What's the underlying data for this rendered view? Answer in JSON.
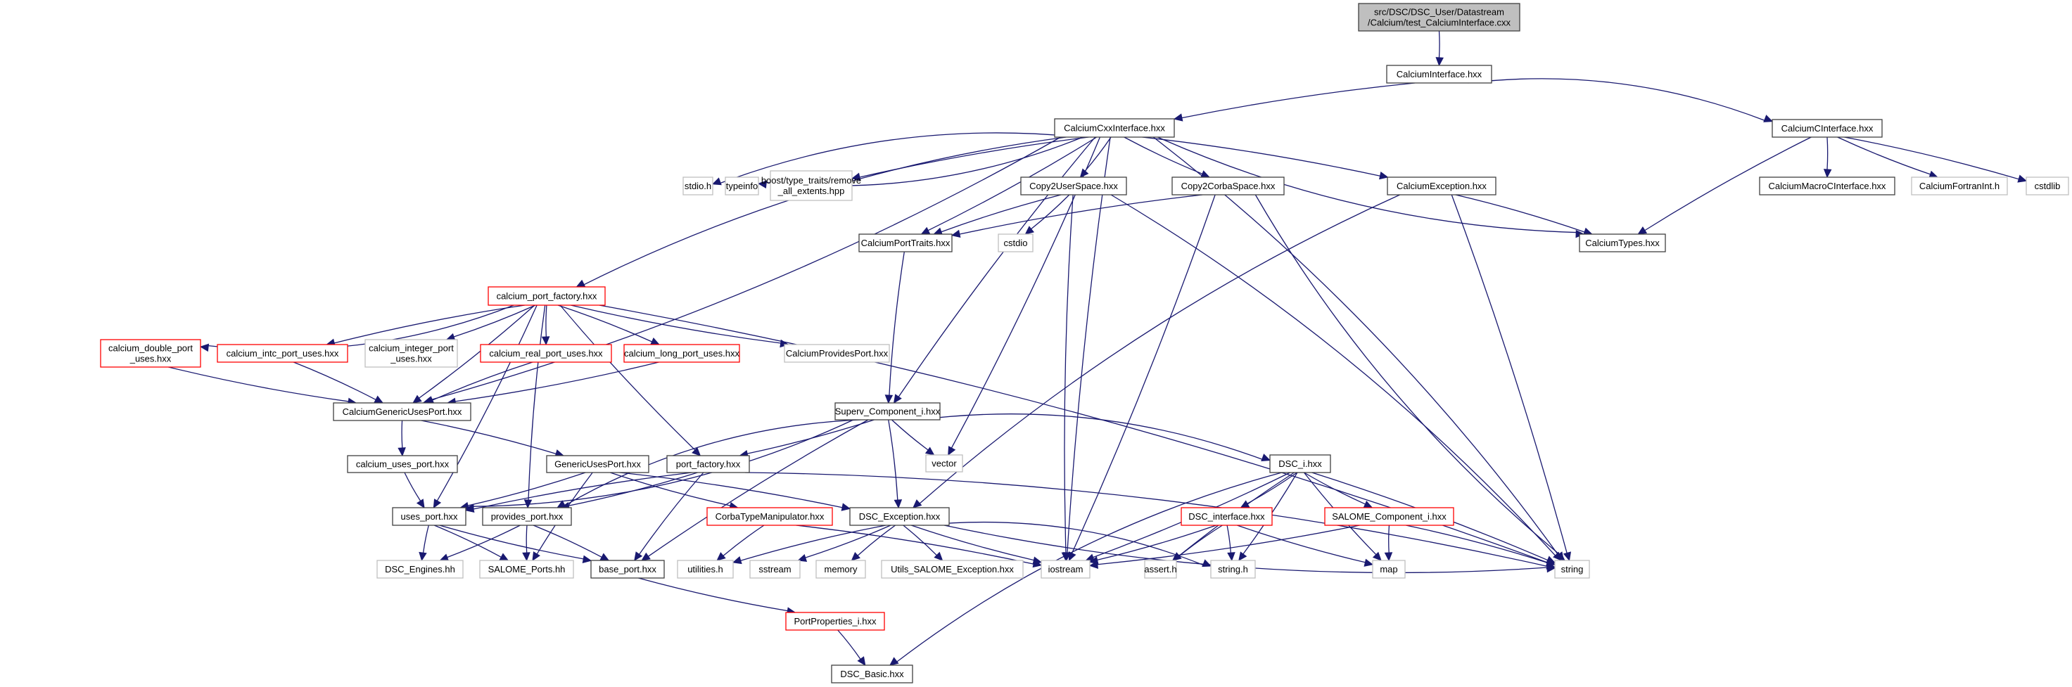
{
  "diagram": {
    "title": "include dependency graph for test_CalciumInterface.cxx",
    "colors": {
      "root_fill": "#bfbfbf",
      "default_fill": "#ffffff",
      "documented_border": "#404040",
      "undocumented_border": "#bfbfbf",
      "truncated_border": "#ff0000",
      "edge": "#191970"
    },
    "nodes": [
      {
        "id": "root",
        "label": [
          "src/DSC/DSC_User/Datastream",
          "/Calcium/test_CalciumInterface.cxx"
        ],
        "kind": "root"
      },
      {
        "id": "CalciumInterface",
        "label": [
          "CalciumInterface.hxx"
        ],
        "kind": "documented"
      },
      {
        "id": "CalciumCxxInterface",
        "label": [
          "CalciumCxxInterface.hxx"
        ],
        "kind": "documented"
      },
      {
        "id": "CalciumCInterface",
        "label": [
          "CalciumCInterface.hxx"
        ],
        "kind": "documented"
      },
      {
        "id": "stdio",
        "label": [
          "stdio.h"
        ],
        "kind": "external"
      },
      {
        "id": "typeinfo",
        "label": [
          "typeinfo"
        ],
        "kind": "external"
      },
      {
        "id": "boost_rae",
        "label": [
          "boost/type_traits/remove",
          "_all_extents.hpp"
        ],
        "kind": "external"
      },
      {
        "id": "Copy2UserSpace",
        "label": [
          "Copy2UserSpace.hxx"
        ],
        "kind": "documented"
      },
      {
        "id": "Copy2CorbaSpace",
        "label": [
          "Copy2CorbaSpace.hxx"
        ],
        "kind": "documented"
      },
      {
        "id": "CalciumException",
        "label": [
          "CalciumException.hxx"
        ],
        "kind": "documented"
      },
      {
        "id": "CalciumMacroCInterface",
        "label": [
          "CalciumMacroCInterface.hxx"
        ],
        "kind": "documented"
      },
      {
        "id": "CalciumFortranInt",
        "label": [
          "CalciumFortranInt.h"
        ],
        "kind": "external"
      },
      {
        "id": "cstdlib",
        "label": [
          "cstdlib"
        ],
        "kind": "external"
      },
      {
        "id": "CalciumPortTraits",
        "label": [
          "CalciumPortTraits.hxx"
        ],
        "kind": "documented"
      },
      {
        "id": "cstdio",
        "label": [
          "cstdio"
        ],
        "kind": "external"
      },
      {
        "id": "CalciumTypes",
        "label": [
          "CalciumTypes.hxx"
        ],
        "kind": "documented"
      },
      {
        "id": "calcium_port_factory",
        "label": [
          "calcium_port_factory.hxx"
        ],
        "kind": "truncated"
      },
      {
        "id": "calcium_double_port_uses",
        "label": [
          "calcium_double_port",
          "_uses.hxx"
        ],
        "kind": "truncated"
      },
      {
        "id": "calcium_intc_port_uses",
        "label": [
          "calcium_intc_port_uses.hxx"
        ],
        "kind": "truncated"
      },
      {
        "id": "calcium_integer_port_uses",
        "label": [
          "calcium_integer_port",
          "_uses.hxx"
        ],
        "kind": "external"
      },
      {
        "id": "calcium_real_port_uses",
        "label": [
          "calcium_real_port_uses.hxx"
        ],
        "kind": "truncated"
      },
      {
        "id": "calcium_long_port_uses",
        "label": [
          "calcium_long_port_uses.hxx"
        ],
        "kind": "truncated"
      },
      {
        "id": "CalciumProvidesPort",
        "label": [
          "CalciumProvidesPort.hxx"
        ],
        "kind": "external"
      },
      {
        "id": "CalciumGenericUsesPort",
        "label": [
          "CalciumGenericUsesPort.hxx"
        ],
        "kind": "documented"
      },
      {
        "id": "Superv_Component_i",
        "label": [
          "Superv_Component_i.hxx"
        ],
        "kind": "documented"
      },
      {
        "id": "calcium_uses_port",
        "label": [
          "calcium_uses_port.hxx"
        ],
        "kind": "documented"
      },
      {
        "id": "GenericUsesPort",
        "label": [
          "GenericUsesPort.hxx"
        ],
        "kind": "documented"
      },
      {
        "id": "port_factory",
        "label": [
          "port_factory.hxx"
        ],
        "kind": "documented"
      },
      {
        "id": "vector",
        "label": [
          "vector"
        ],
        "kind": "external"
      },
      {
        "id": "DSC_i",
        "label": [
          "DSC_i.hxx"
        ],
        "kind": "documented"
      },
      {
        "id": "uses_port",
        "label": [
          "uses_port.hxx"
        ],
        "kind": "documented"
      },
      {
        "id": "provides_port",
        "label": [
          "provides_port.hxx"
        ],
        "kind": "documented"
      },
      {
        "id": "CorbaTypeManipulator",
        "label": [
          "CorbaTypeManipulator.hxx"
        ],
        "kind": "truncated"
      },
      {
        "id": "DSC_Exception",
        "label": [
          "DSC_Exception.hxx"
        ],
        "kind": "documented"
      },
      {
        "id": "DSC_interface",
        "label": [
          "DSC_interface.hxx"
        ],
        "kind": "truncated"
      },
      {
        "id": "SALOME_Component_i",
        "label": [
          "SALOME_Component_i.hxx"
        ],
        "kind": "truncated"
      },
      {
        "id": "DSC_Engines",
        "label": [
          "DSC_Engines.hh"
        ],
        "kind": "external"
      },
      {
        "id": "SALOME_Ports",
        "label": [
          "SALOME_Ports.hh"
        ],
        "kind": "external"
      },
      {
        "id": "base_port",
        "label": [
          "base_port.hxx"
        ],
        "kind": "documented"
      },
      {
        "id": "utilities",
        "label": [
          "utilities.h"
        ],
        "kind": "external"
      },
      {
        "id": "sstream",
        "label": [
          "sstream"
        ],
        "kind": "external"
      },
      {
        "id": "memory",
        "label": [
          "memory"
        ],
        "kind": "external"
      },
      {
        "id": "Utils_SALOME_Exception",
        "label": [
          "Utils_SALOME_Exception.hxx"
        ],
        "kind": "external"
      },
      {
        "id": "iostream",
        "label": [
          "iostream"
        ],
        "kind": "external"
      },
      {
        "id": "assert",
        "label": [
          "assert.h"
        ],
        "kind": "external"
      },
      {
        "id": "string_h",
        "label": [
          "string.h"
        ],
        "kind": "external"
      },
      {
        "id": "map",
        "label": [
          "map"
        ],
        "kind": "external"
      },
      {
        "id": "string",
        "label": [
          "string"
        ],
        "kind": "external"
      },
      {
        "id": "PortProperties_i",
        "label": [
          "PortProperties_i.hxx"
        ],
        "kind": "truncated"
      },
      {
        "id": "DSC_Basic",
        "label": [
          "DSC_Basic.hxx"
        ],
        "kind": "documented"
      }
    ],
    "edges": [
      [
        "root",
        "CalciumInterface"
      ],
      [
        "CalciumInterface",
        "CalciumCxxInterface"
      ],
      [
        "CalciumInterface",
        "CalciumCInterface"
      ],
      [
        "CalciumCxxInterface",
        "stdio"
      ],
      [
        "CalciumCxxInterface",
        "typeinfo"
      ],
      [
        "CalciumCxxInterface",
        "boost_rae"
      ],
      [
        "CalciumCxxInterface",
        "Copy2UserSpace"
      ],
      [
        "CalciumCxxInterface",
        "Copy2CorbaSpace"
      ],
      [
        "CalciumCxxInterface",
        "CalciumException"
      ],
      [
        "CalciumCxxInterface",
        "CalciumTypes"
      ],
      [
        "CalciumCxxInterface",
        "CalciumPortTraits"
      ],
      [
        "CalciumCxxInterface",
        "calcium_port_factory"
      ],
      [
        "CalciumCxxInterface",
        "CalciumGenericUsesPort"
      ],
      [
        "CalciumCxxInterface",
        "Superv_Component_i"
      ],
      [
        "CalciumCxxInterface",
        "vector"
      ],
      [
        "CalciumCxxInterface",
        "iostream"
      ],
      [
        "CalciumCxxInterface",
        "string"
      ],
      [
        "CalciumCInterface",
        "CalciumTypes"
      ],
      [
        "CalciumCInterface",
        "CalciumMacroCInterface"
      ],
      [
        "CalciumCInterface",
        "CalciumFortranInt"
      ],
      [
        "CalciumCInterface",
        "cstdlib"
      ],
      [
        "Copy2UserSpace",
        "CalciumPortTraits"
      ],
      [
        "Copy2UserSpace",
        "cstdio"
      ],
      [
        "Copy2UserSpace",
        "iostream"
      ],
      [
        "Copy2UserSpace",
        "string"
      ],
      [
        "Copy2CorbaSpace",
        "CalciumPortTraits"
      ],
      [
        "Copy2CorbaSpace",
        "iostream"
      ],
      [
        "Copy2CorbaSpace",
        "string"
      ],
      [
        "CalciumException",
        "CalciumTypes"
      ],
      [
        "CalciumException",
        "DSC_Exception"
      ],
      [
        "CalciumException",
        "string"
      ],
      [
        "CalciumPortTraits",
        "Superv_Component_i"
      ],
      [
        "calcium_port_factory",
        "calcium_double_port_uses"
      ],
      [
        "calcium_port_factory",
        "calcium_intc_port_uses"
      ],
      [
        "calcium_port_factory",
        "calcium_integer_port_uses"
      ],
      [
        "calcium_port_factory",
        "calcium_real_port_uses"
      ],
      [
        "calcium_port_factory",
        "calcium_long_port_uses"
      ],
      [
        "calcium_port_factory",
        "CalciumProvidesPort"
      ],
      [
        "calcium_port_factory",
        "CalciumGenericUsesPort"
      ],
      [
        "calcium_port_factory",
        "port_factory"
      ],
      [
        "calcium_port_factory",
        "uses_port"
      ],
      [
        "calcium_port_factory",
        "provides_port"
      ],
      [
        "calcium_port_factory",
        "string"
      ],
      [
        "calcium_double_port_uses",
        "CalciumGenericUsesPort"
      ],
      [
        "calcium_intc_port_uses",
        "CalciumGenericUsesPort"
      ],
      [
        "calcium_real_port_uses",
        "CalciumGenericUsesPort"
      ],
      [
        "calcium_long_port_uses",
        "CalciumGenericUsesPort"
      ],
      [
        "CalciumGenericUsesPort",
        "calcium_uses_port"
      ],
      [
        "CalciumGenericUsesPort",
        "GenericUsesPort"
      ],
      [
        "calcium_uses_port",
        "uses_port"
      ],
      [
        "GenericUsesPort",
        "uses_port"
      ],
      [
        "GenericUsesPort",
        "CorbaTypeManipulator"
      ],
      [
        "GenericUsesPort",
        "DSC_Exception"
      ],
      [
        "GenericUsesPort",
        "SALOME_Ports"
      ],
      [
        "Superv_Component_i",
        "uses_port"
      ],
      [
        "Superv_Component_i",
        "provides_port"
      ],
      [
        "Superv_Component_i",
        "port_factory"
      ],
      [
        "Superv_Component_i",
        "base_port"
      ],
      [
        "Superv_Component_i",
        "DSC_Exception"
      ],
      [
        "Superv_Component_i",
        "vector"
      ],
      [
        "Superv_Component_i",
        "DSC_i"
      ],
      [
        "port_factory",
        "uses_port"
      ],
      [
        "port_factory",
        "provides_port"
      ],
      [
        "port_factory",
        "base_port"
      ],
      [
        "port_factory",
        "string"
      ],
      [
        "uses_port",
        "DSC_Engines"
      ],
      [
        "uses_port",
        "SALOME_Ports"
      ],
      [
        "uses_port",
        "base_port"
      ],
      [
        "provides_port",
        "DSC_Engines"
      ],
      [
        "provides_port",
        "SALOME_Ports"
      ],
      [
        "provides_port",
        "base_port"
      ],
      [
        "base_port",
        "PortProperties_i"
      ],
      [
        "PortProperties_i",
        "DSC_Basic"
      ],
      [
        "CorbaTypeManipulator",
        "utilities"
      ],
      [
        "CorbaTypeManipulator",
        "iostream"
      ],
      [
        "DSC_Exception",
        "utilities"
      ],
      [
        "DSC_Exception",
        "sstream"
      ],
      [
        "DSC_Exception",
        "memory"
      ],
      [
        "DSC_Exception",
        "Utils_SALOME_Exception"
      ],
      [
        "DSC_Exception",
        "iostream"
      ],
      [
        "DSC_Exception",
        "string_h"
      ],
      [
        "DSC_Exception",
        "string"
      ],
      [
        "DSC_i",
        "DSC_interface"
      ],
      [
        "DSC_i",
        "SALOME_Component_i"
      ],
      [
        "DSC_i",
        "iostream"
      ],
      [
        "DSC_i",
        "assert"
      ],
      [
        "DSC_i",
        "string_h"
      ],
      [
        "DSC_i",
        "map"
      ],
      [
        "DSC_i",
        "string"
      ],
      [
        "DSC_i",
        "DSC_Basic"
      ],
      [
        "DSC_interface",
        "iostream"
      ],
      [
        "DSC_interface",
        "assert"
      ],
      [
        "DSC_interface",
        "string_h"
      ],
      [
        "DSC_interface",
        "map"
      ],
      [
        "SALOME_Component_i",
        "iostream"
      ],
      [
        "SALOME_Component_i",
        "map"
      ],
      [
        "SALOME_Component_i",
        "string"
      ]
    ]
  }
}
